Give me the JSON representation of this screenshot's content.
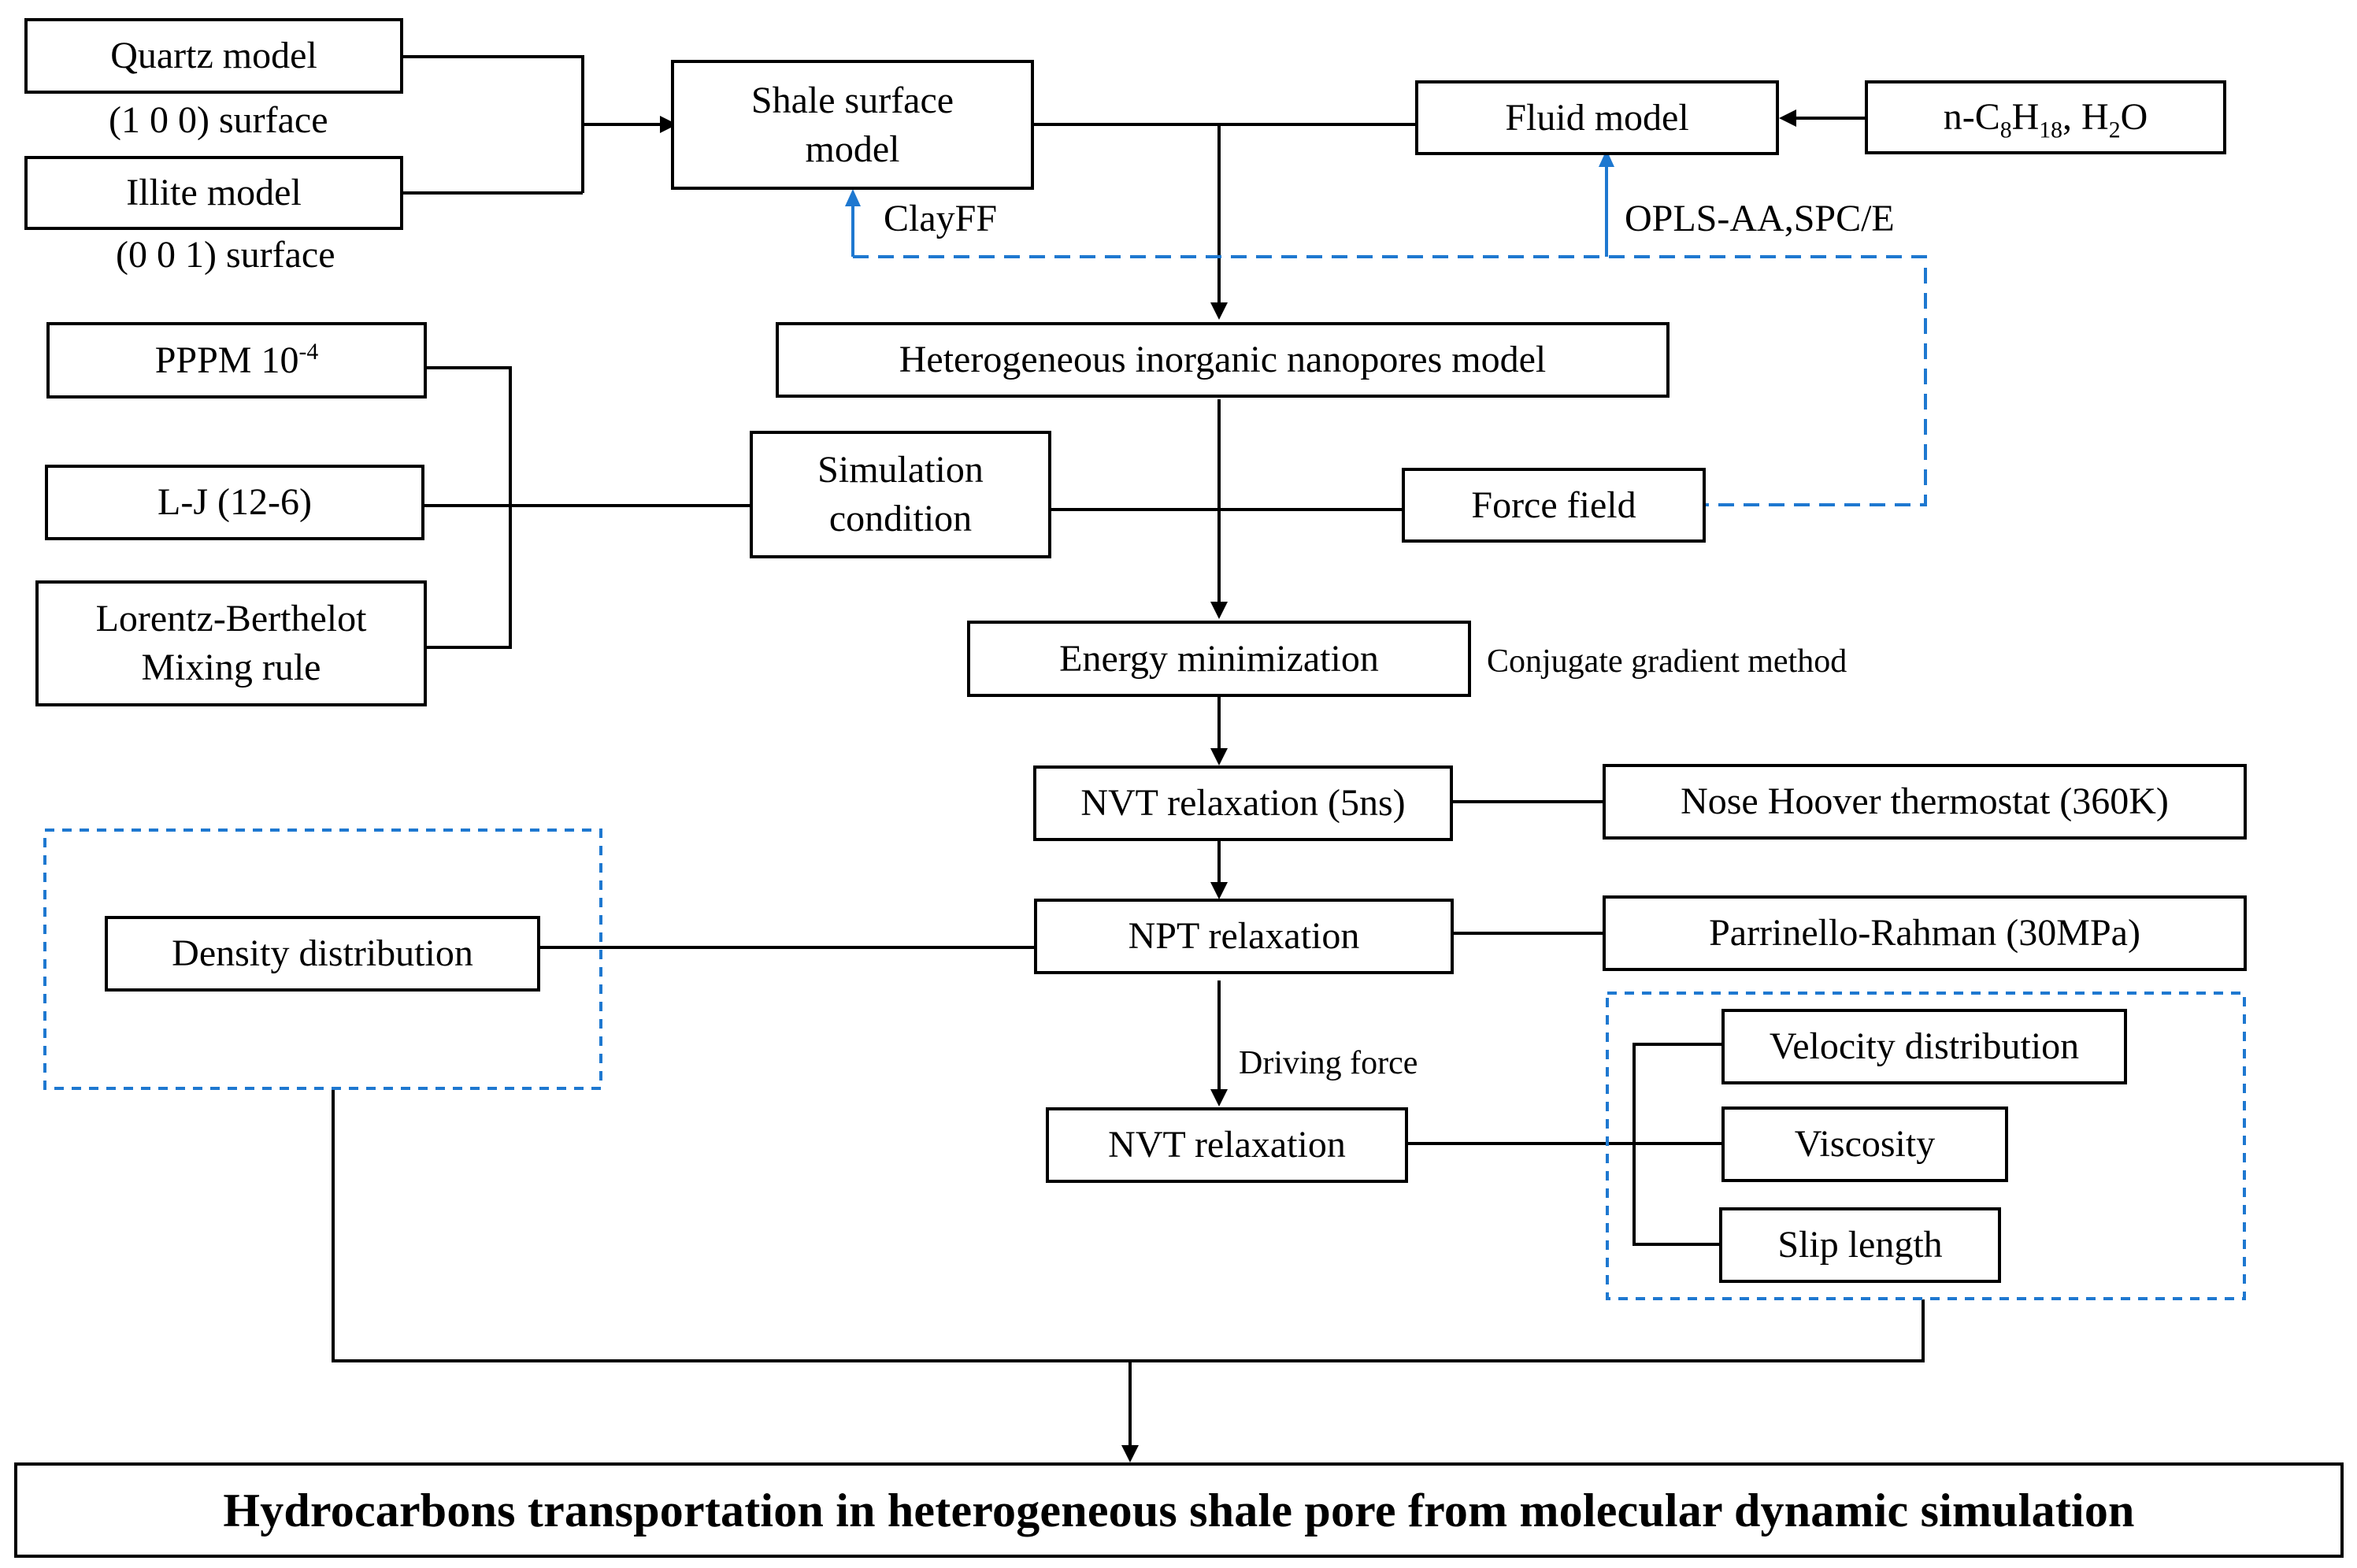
{
  "diagram": {
    "nodes": {
      "quartz_model": "Quartz model",
      "quartz_surface": "(1 0 0) surface",
      "illite_model": "Illite model",
      "illite_surface": "(0 0 1) surface",
      "shale_surface_model": [
        "Shale surface",
        "model"
      ],
      "fluid_model": "Fluid model",
      "fluids": {
        "prefix": "n-C",
        "sub1": "8",
        "mid": "H",
        "sub2": "18",
        "sep": ", H",
        "sub3": "2",
        "suffix": "O"
      },
      "clayff": "ClayFF",
      "opls": "OPLS-AA,SPC/E",
      "heterogeneous_model": "Heterogeneous inorganic nanopores model",
      "pppm": {
        "text": "PPPM 10",
        "sup": "-4"
      },
      "lj": "L-J (12-6)",
      "mixing_rule": [
        "Lorentz-Berthelot",
        "Mixing rule"
      ],
      "simulation_condition": [
        "Simulation",
        "condition"
      ],
      "force_field": "Force field",
      "energy_minimization": "Energy minimization",
      "conjugate_gradient": "Conjugate gradient method",
      "nvt_relaxation_5ns": "NVT relaxation (5ns)",
      "nose_hoover": "Nose Hoover thermostat (360K)",
      "npt_relaxation": "NPT relaxation",
      "parrinello_rahman": "Parrinello-Rahman (30MPa)",
      "density_distribution": "Density distribution",
      "driving_force": "Driving force",
      "nvt_relaxation": "NVT relaxation",
      "velocity_distribution": "Velocity distribution",
      "viscosity": "Viscosity",
      "slip_length": "Slip length",
      "final_title": "Hydrocarbons  transportation in heterogeneous shale pore from molecular dynamic simulation"
    },
    "colors": {
      "line": "#000000",
      "accent": "#1e78d0"
    }
  }
}
